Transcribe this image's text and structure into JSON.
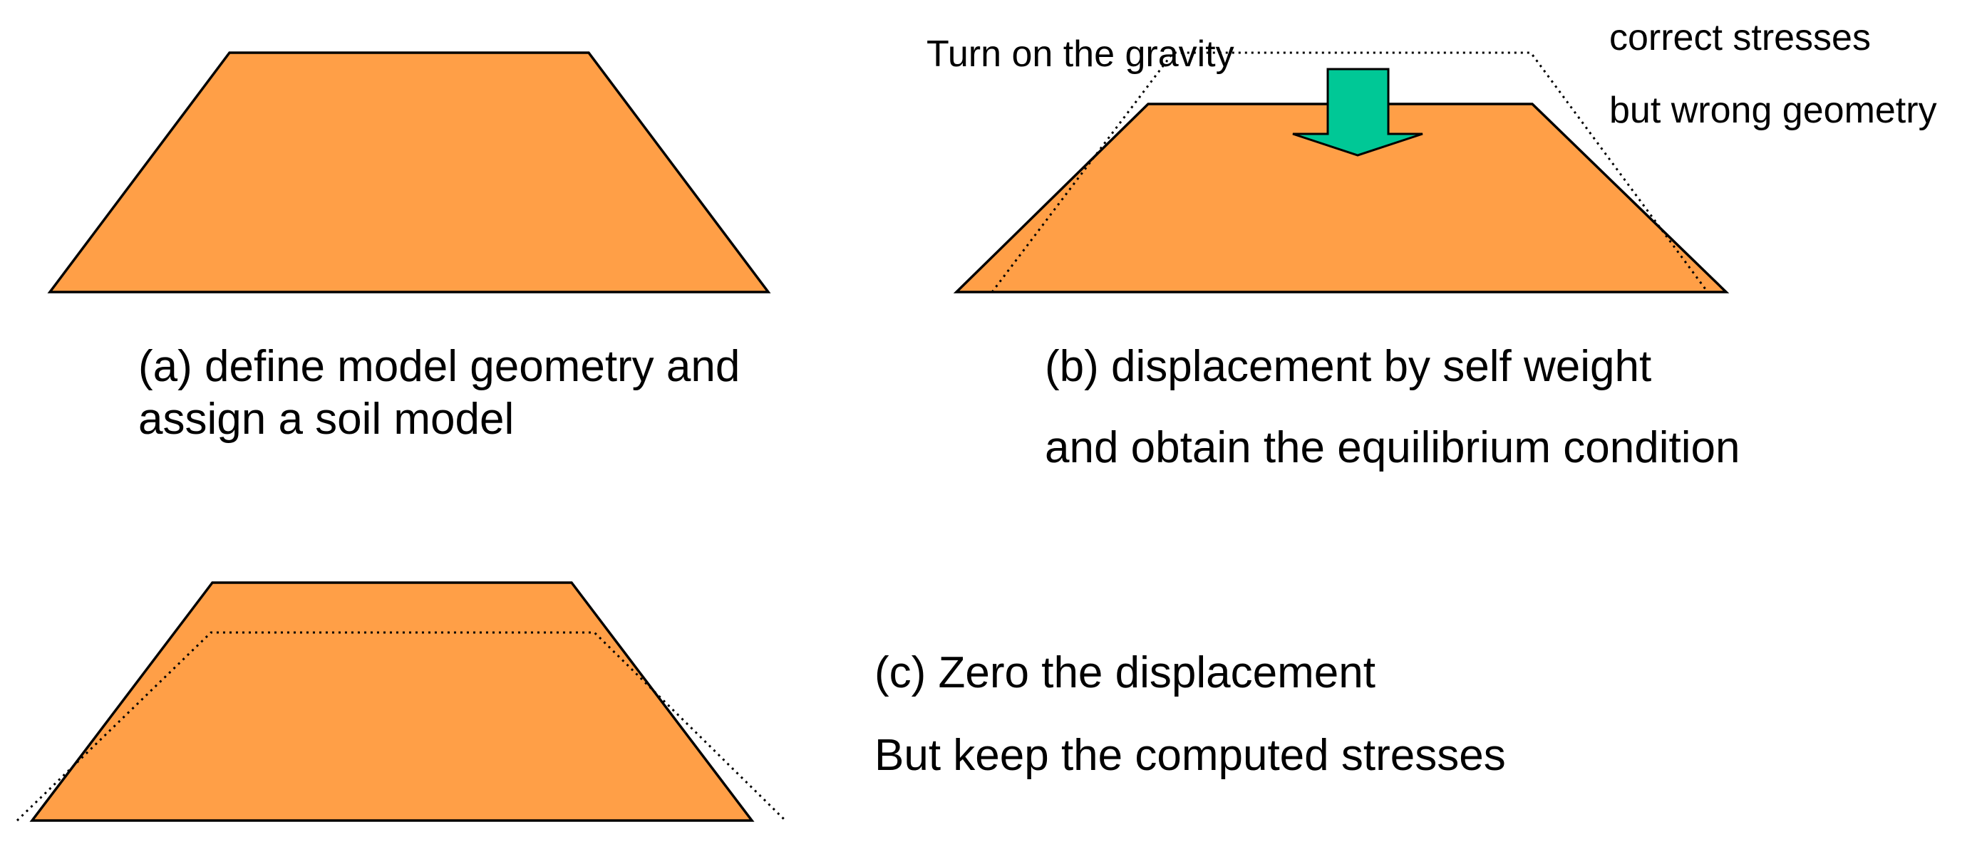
{
  "colors": {
    "soil": "#FF9F47",
    "arrow": "#00C896",
    "outline": "#000000",
    "background": "#FFFFFF"
  },
  "panel_a": {
    "caption_line1": "(a) define model geometry and",
    "caption_line2": "assign a soil model"
  },
  "panel_b": {
    "gravity_label": "Turn on the gravity",
    "note_line1": "correct stresses",
    "note_line2": "but wrong geometry",
    "caption_line1": "(b) displacement by self weight",
    "caption_line2": "and obtain the equilibrium condition"
  },
  "panel_c": {
    "caption_line1": "(c) Zero the displacement",
    "caption_line2": "But keep the computed stresses"
  },
  "icons": {
    "gravity_arrow": "down-arrow-icon"
  }
}
